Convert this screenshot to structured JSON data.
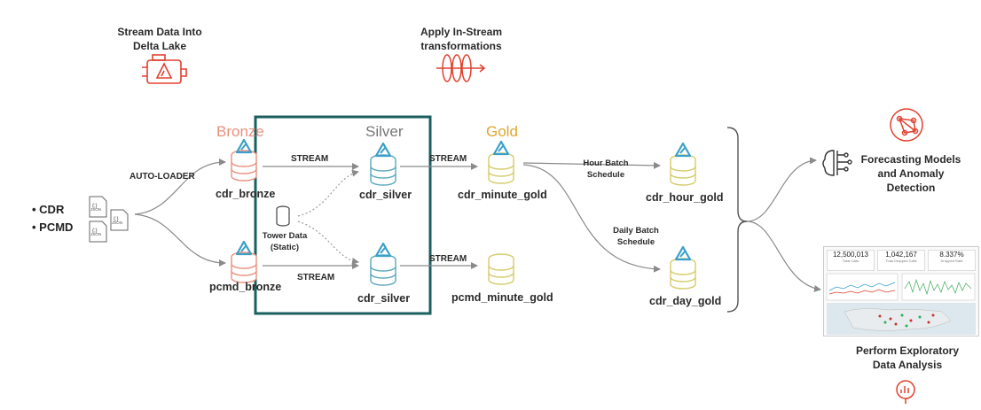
{
  "header": {
    "stream_title": "Stream Data Into\nDelta Lake",
    "transform_title": "Apply In-Stream\ntransformations"
  },
  "sources": {
    "items": [
      "CDR",
      "PCMD"
    ],
    "file_badge": "JSON"
  },
  "tiers": {
    "bronze": "Bronze",
    "silver": "Silver",
    "gold": "Gold"
  },
  "tables": {
    "cdr_bronze": "cdr_bronze",
    "pcmd_bronze": "pcmd_bronze",
    "cdr_silver": "cdr_silver",
    "pcmd_silver": "cdr_silver",
    "cdr_minute_gold": "cdr_minute_gold",
    "pcmd_minute_gold": "pcmd_minute_gold",
    "cdr_hour_gold": "cdr_hour_gold",
    "cdr_day_gold": "cdr_day_gold"
  },
  "static": {
    "tower_data": "Tower Data\n(Static)"
  },
  "edges": {
    "auto_loader": "AUTO-LOADER",
    "stream_top": "STREAM",
    "stream_bottom": "STREAM",
    "stream_gold_top": "STREAM",
    "stream_gold_bottom": "STREAM",
    "hour_batch": "Hour Batch\nSchedule",
    "daily_batch": "Daily Batch\nSchedule"
  },
  "outputs": {
    "forecasting": "Forecasting Models\nand Anomaly\nDetection",
    "eda": "Perform Exploratory\nData Analysis"
  },
  "dashboard": {
    "kpi1_value": "12,500,013",
    "kpi1_label": "Total Calls",
    "kpi2_value": "1,042,167",
    "kpi2_label": "Total Dropped Calls",
    "kpi3_value": "8.337%",
    "kpi3_label": "Dropped Rate"
  },
  "colors": {
    "bronze": "#e8907e",
    "silver": "#5aa9bd",
    "gold": "#e0a630",
    "gold_cyl": "#d4cc6a",
    "red_icon": "#e2402f",
    "silver_box": "#1b5f5f",
    "logo": "#3aa0c9",
    "arrow": "#8a8a8a"
  }
}
